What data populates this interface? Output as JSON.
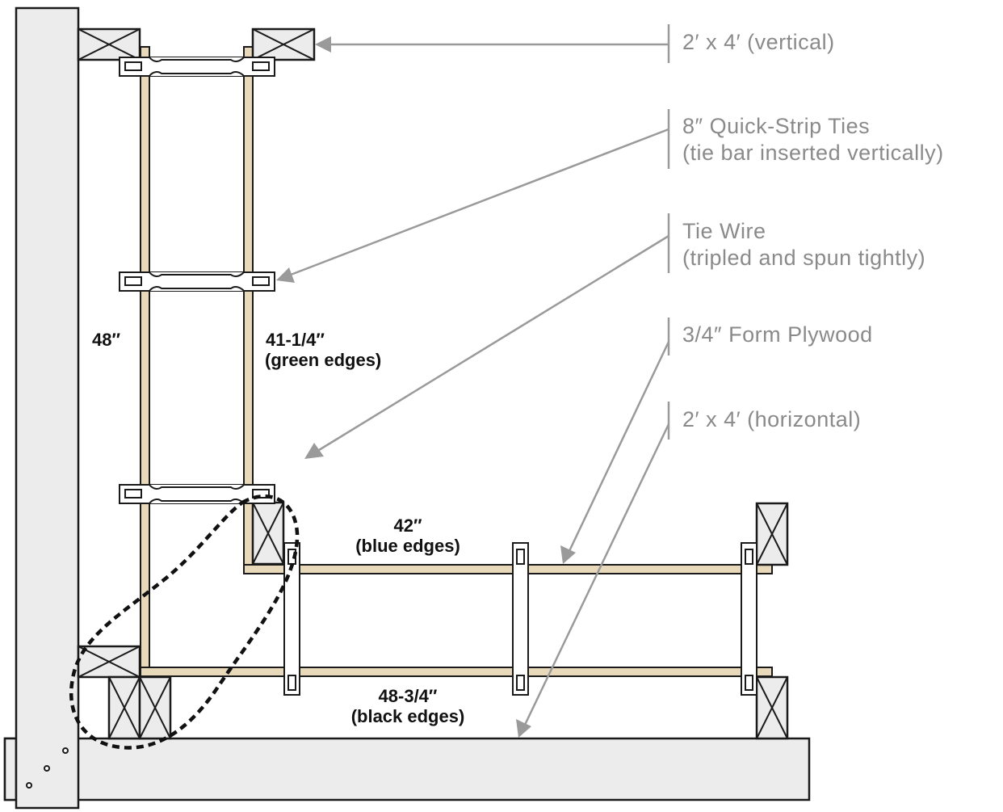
{
  "callouts": {
    "lumber_vertical": "2′ x 4′ (vertical)",
    "quick_strip_ties_line1": "8″ Quick-Strip Ties",
    "quick_strip_ties_line2": "(tie bar inserted vertically)",
    "tie_wire_line1": "Tie Wire",
    "tie_wire_line2": "(tripled and spun tightly)",
    "form_plywood": "3/4″ Form Plywood",
    "lumber_horizontal": "2′ x 4′ (horizontal)"
  },
  "dimensions": {
    "wall_height": "48″",
    "green_length": "41-1/4″",
    "green_label": "(green edges)",
    "blue_length": "42″",
    "blue_label": "(blue edges)",
    "black_length": "48-3/4″",
    "black_label": "(black edges)"
  },
  "colors": {
    "plywood": "#e8d9bb",
    "lumber": "#ececec",
    "callout_text": "#8a8a8a",
    "leader": "#9a9a9a",
    "outline": "#1a1a1a"
  }
}
